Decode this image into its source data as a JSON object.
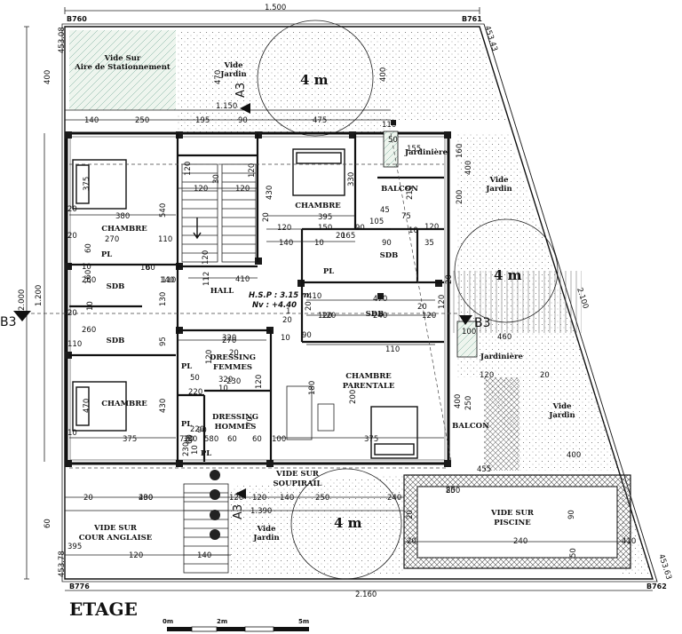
{
  "title": "ETAGE",
  "scale_bar": {
    "labels": [
      "0m",
      "2m",
      "5m"
    ]
  },
  "markers": {
    "corners": [
      "B760",
      "B761",
      "B762",
      "B776"
    ],
    "sections": [
      "A3",
      "A3",
      "B3",
      "B3"
    ]
  },
  "circles": [
    "4 m",
    "4 m",
    "4 m"
  ],
  "rooms": {
    "chambre_1": "CHAMBRE",
    "chambre_2": "CHAMBRE",
    "chambre_3": "CHAMBRE",
    "chambre_parentale": [
      "CHAMBRE",
      "PARENTALE"
    ],
    "hall": "HALL",
    "sdb_1": "SDB",
    "sdb_2": "SDB",
    "sdb_3": "SDB",
    "sdb_4": "SDB",
    "pl_1": "PL",
    "pl_2": "PL",
    "pl_3": "PL",
    "pl_4": "PL",
    "pl_5": "PL",
    "dressing_femmes": [
      "DRESSING",
      "FEMMES"
    ],
    "dressing_hommes": [
      "DRESSING",
      "HOMMES"
    ],
    "balcon_1": "BALCON",
    "balcon_2": "BALCON",
    "jardiniere_1": "Jardinière",
    "jardiniere_2": "Jardinière",
    "vide_stationnement": [
      "Vide Sur",
      "Aire de Stationnement"
    ],
    "vide_jardin_1": [
      "Vide",
      "Jardin"
    ],
    "vide_jardin_2": [
      "Vide",
      "Jardin"
    ],
    "vide_jardin_3": [
      "Vide",
      "Jardin"
    ],
    "vide_jardin_4": [
      "Vide",
      "Jardin"
    ],
    "vide_soupirail": [
      "VIDE SUR",
      "SOUPIRAIL"
    ],
    "vide_cour": [
      "VIDE SUR",
      "COUR ANGLAISE"
    ],
    "vide_piscine": [
      "VIDE SUR",
      "PISCINE"
    ]
  },
  "hsp": {
    "line1": "H.S.P : 3.15 m",
    "line2": "Nv : +4.40"
  },
  "overall_dims": {
    "top": "1.500",
    "bottom": "2.160",
    "left": "2.000",
    "left_inner": "1.200",
    "diag_right": "2.100",
    "top_inner": "1.150",
    "bottom_inner": "1.390",
    "tl": "453.08",
    "tr": "453.43",
    "bl": "453.78",
    "br": "453.63"
  },
  "dims": [
    "140",
    "250",
    "195",
    "90",
    "475",
    "400",
    "470",
    "400",
    "110",
    "50",
    "155",
    "375",
    "20",
    "380",
    "540",
    "20",
    "270",
    "110",
    "120",
    "30",
    "120",
    "120",
    "120",
    "20",
    "330",
    "430",
    "395",
    "150",
    "90",
    "120",
    "20",
    "140",
    "10",
    "165",
    "90",
    "35",
    "105",
    "75",
    "120",
    "10",
    "45",
    "210",
    "160",
    "200",
    "400",
    "320",
    "60",
    "160",
    "260",
    "10",
    "110",
    "410",
    "112",
    "120",
    "130",
    "260",
    "95",
    "470",
    "120",
    "120",
    "240",
    "120",
    "110",
    "410",
    "20",
    "270",
    "320",
    "10",
    "120",
    "460",
    "100",
    "120",
    "20",
    "20",
    "230",
    "120",
    "70",
    "180",
    "200",
    "470",
    "430",
    "375",
    "375",
    "380",
    "580",
    "60",
    "60",
    "100",
    "90",
    "60",
    "10",
    "60",
    "20",
    "400",
    "400",
    "400",
    "250",
    "455",
    "250",
    "230",
    "20",
    "230",
    "120",
    "120",
    "140",
    "250",
    "240",
    "80",
    "120",
    "140",
    "395",
    "20",
    "240",
    "410",
    "90",
    "20",
    "50",
    "720",
    "50",
    "220",
    "220",
    "140",
    "60",
    "10",
    "10",
    "20",
    "110",
    "10",
    "90",
    "10",
    "20",
    "1",
    "20",
    "120",
    "120",
    "30",
    "20",
    "20",
    "400"
  ]
}
